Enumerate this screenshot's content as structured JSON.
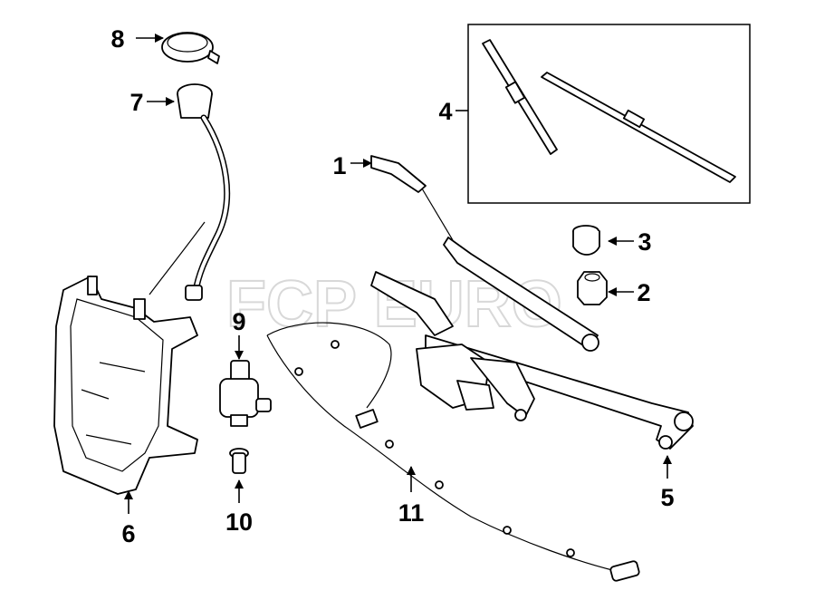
{
  "diagram": {
    "title": "Windshield wiper & washer components",
    "watermark": "FCP EURO",
    "callouts": [
      {
        "id": "1",
        "label": "1",
        "part": "wiper-arm"
      },
      {
        "id": "2",
        "label": "2",
        "part": "pivot-nut"
      },
      {
        "id": "3",
        "label": "3",
        "part": "pivot-cap"
      },
      {
        "id": "4",
        "label": "4",
        "part": "wiper-blades"
      },
      {
        "id": "5",
        "label": "5",
        "part": "wiper-linkage-motor"
      },
      {
        "id": "6",
        "label": "6",
        "part": "washer-reservoir"
      },
      {
        "id": "7",
        "label": "7",
        "part": "filler-neck"
      },
      {
        "id": "8",
        "label": "8",
        "part": "reservoir-cap"
      },
      {
        "id": "9",
        "label": "9",
        "part": "washer-pump"
      },
      {
        "id": "10",
        "label": "10",
        "part": "pump-grommet"
      },
      {
        "id": "11",
        "label": "11",
        "part": "washer-hose"
      }
    ]
  }
}
